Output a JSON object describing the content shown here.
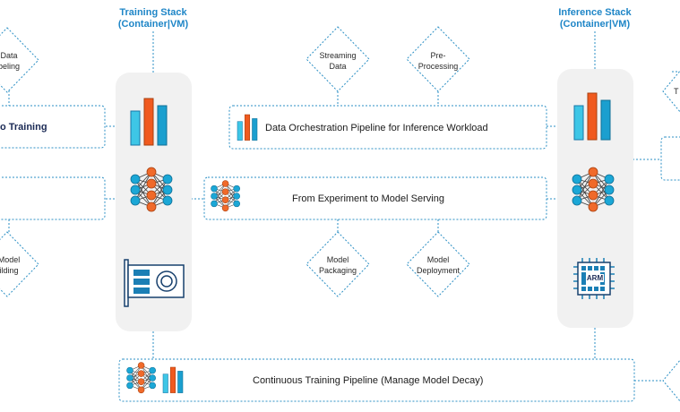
{
  "stacks": {
    "training": {
      "title_line1": "Training Stack",
      "title_line2": "(Container|VM)"
    },
    "inference": {
      "title_line1": "Inference Stack",
      "title_line2": "(Container|VM)"
    }
  },
  "steps": {
    "data_labeling": {
      "line1": "Data",
      "line2": "beling"
    },
    "model_building": {
      "line1": "Model",
      "line2": "ilding"
    },
    "streaming_data": {
      "line1": "Streaming",
      "line2": "Data"
    },
    "pre_processing": {
      "line1": "Pre-",
      "line2": "Processing"
    },
    "model_packaging": {
      "line1": "Model",
      "line2": "Packaging"
    },
    "model_deployment": {
      "line1": "Model",
      "line2": "Deployment"
    },
    "right_top": {
      "line1": "T"
    }
  },
  "pipelines": {
    "to_training": "o Training",
    "data_orchestration": "Data Orchestration Pipeline for Inference Workload",
    "experiment_to_serving": "From Experiment to Model Serving",
    "continuous_training": "Continuous Training Pipeline (Manage Model Decay)"
  },
  "chip": {
    "label": "ARM"
  },
  "icons": [
    "bar-chart-icon",
    "neural-network-icon",
    "gpu-card-icon",
    "arm-chip-icon"
  ],
  "colors": {
    "accent_blue": "#1f86c7",
    "bar_cyan": "#3ec6e6",
    "bar_orange": "#f05a1f",
    "bar_teal": "#1b9fcf",
    "node_orange": "#f06a2a",
    "node_blue": "#1ba7d6",
    "dark_navy": "#17406d",
    "stack_bg": "#f1f1f1",
    "dash": "#2b8fc4"
  }
}
